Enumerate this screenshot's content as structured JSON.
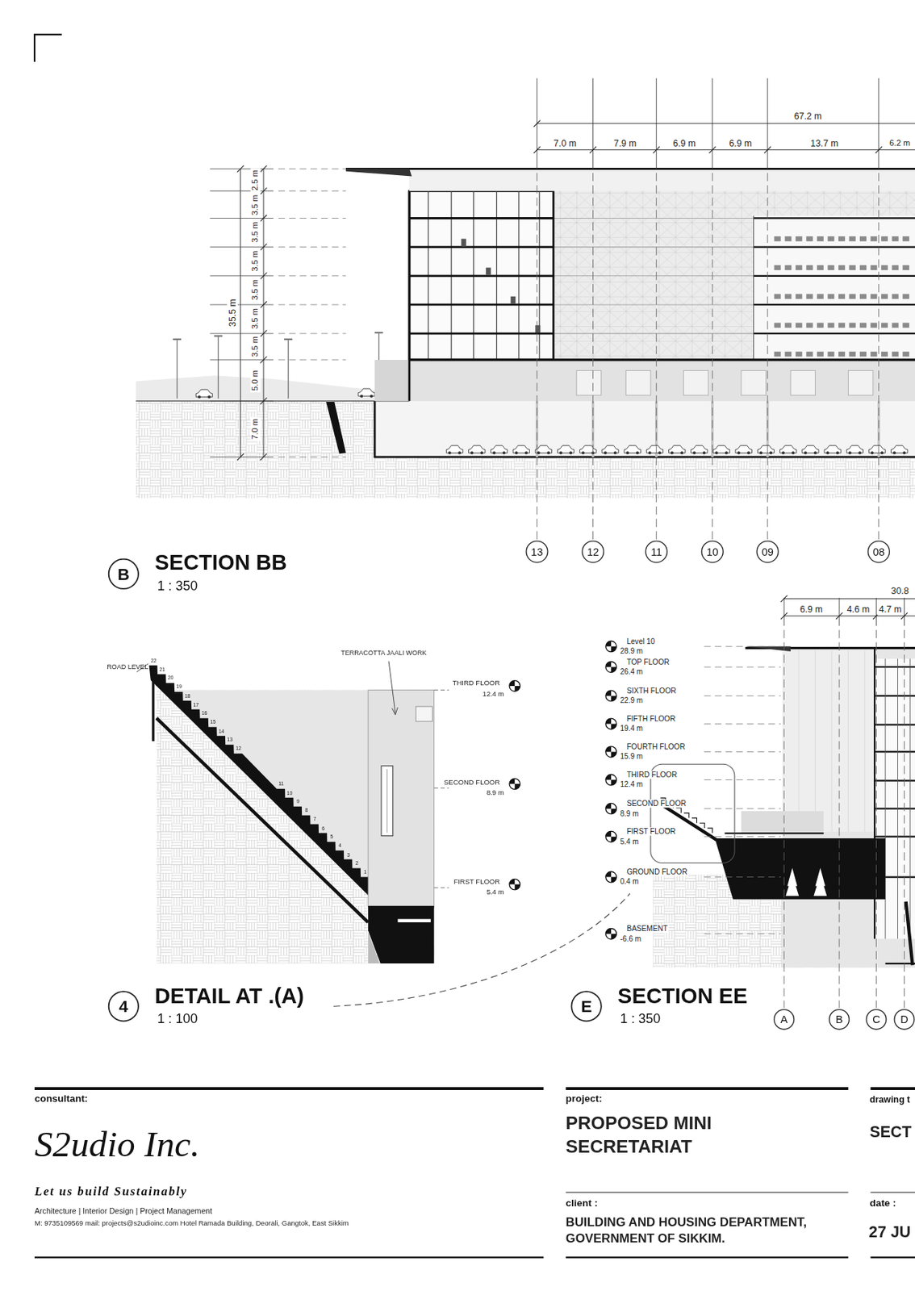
{
  "diagram": {
    "nodes": [
      {
        "text": [
          "13"
        ]
      },
      {
        "text": [
          "12"
        ]
      },
      {
        "text": [
          "11"
        ]
      },
      {
        "text": [
          "10"
        ]
      },
      {
        "text": [
          "09"
        ]
      },
      {
        "text": [
          "08"
        ]
      },
      {
        "text": [
          "B",
          "SECTION BB",
          "1 : 350"
        ]
      },
      {
        "text": [
          "4",
          "DETAIL AT .(A)",
          "1 : 100"
        ]
      },
      {
        "text": [
          "E",
          "SECTION EE",
          "1 : 350"
        ]
      },
      {
        "text": [
          "A"
        ]
      },
      {
        "text": [
          "B"
        ]
      },
      {
        "text": [
          "C"
        ]
      },
      {
        "text": [
          "D"
        ]
      }
    ],
    "labels": [
      "67.2 m",
      "7.0 m",
      "7.9 m",
      "6.9 m",
      "6.9 m",
      "13.7 m",
      "6.2 m",
      "35.5 m",
      "2.5 m",
      "3.5 m",
      "3.5 m",
      "3.5 m",
      "3.5 m",
      "3.5 m",
      "3.5 m",
      "5.0 m",
      "7.0 m",
      "30.8",
      "6.9 m",
      "4.6 m",
      "4.7 m",
      "ROAD LEVEL",
      "TERRACOTTA JAALI WORK",
      "THIRD FLOOR",
      "12.4 m",
      "SECOND FLOOR",
      "8.9 m",
      "FIRST FLOOR",
      "5.4 m",
      "Level 10",
      "28.9 m",
      "TOP FLOOR",
      "26.4 m",
      "SIXTH FLOOR",
      "22.9 m",
      "FIFTH FLOOR",
      "19.4 m",
      "FOURTH FLOOR",
      "15.9 m",
      "THIRD FLOOR",
      "12.4 m",
      "SECOND FLOOR",
      "8.9 m",
      "FIRST FLOOR",
      "5.4 m",
      "GROUND FLOOR",
      "0.4 m",
      "BASEMENT",
      "-6.6 m",
      "consultant:",
      "S2udio Inc.",
      "Let us build Sustainably",
      "Architecture | Interior Design | Project Management",
      "M: 9735109569 mail: projects@s2udioinc.com Hotel Ramada Building, Deorali, Gangtok, East Sikkim",
      "project:",
      "PROPOSED MINI SECRETARIAT",
      "client :",
      "BUILDING AND HOUSING DEPARTMENT, GOVERNMENT OF SIKKIM.",
      "drawing t",
      "SECT",
      "date :",
      "27 JU",
      "1",
      "2",
      "3",
      "4",
      "5",
      "6",
      "7",
      "8",
      "9",
      "10",
      "11",
      "12",
      "13",
      "14",
      "15",
      "16",
      "17",
      "18",
      "19",
      "20",
      "21",
      "22"
    ]
  }
}
